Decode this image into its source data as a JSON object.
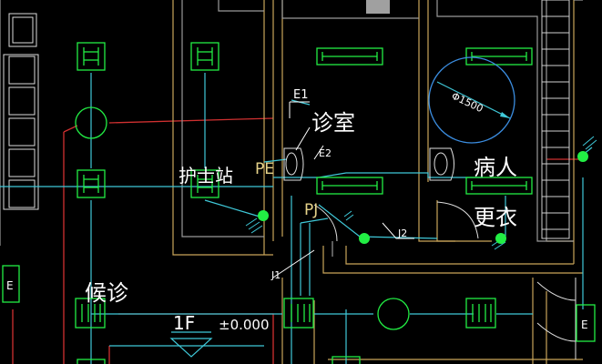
{
  "labels": {
    "e1": "E1",
    "zhenshi": "诊室",
    "e2": "E2",
    "pe": "PE",
    "hushizhan": "护士站",
    "pj": "PJ",
    "j2": "J2",
    "bingren": "病人",
    "gengyi": "更衣",
    "houzhen": "候诊",
    "j1": "J1",
    "floor": "1F",
    "elevation": "±0.000",
    "diameter": "Φ1500",
    "panel_left": "E",
    "panel_right": "E"
  },
  "colors": {
    "background": "#000000",
    "wall_yellow": "#c9a55a",
    "wall_gray": "#9a9a9a",
    "fixture_green": "#22ee44",
    "pipe_cyan": "#3fc8d8",
    "wire_red": "#d03030",
    "text_white": "#ffffff",
    "text_yellow": "#e6d38a"
  }
}
